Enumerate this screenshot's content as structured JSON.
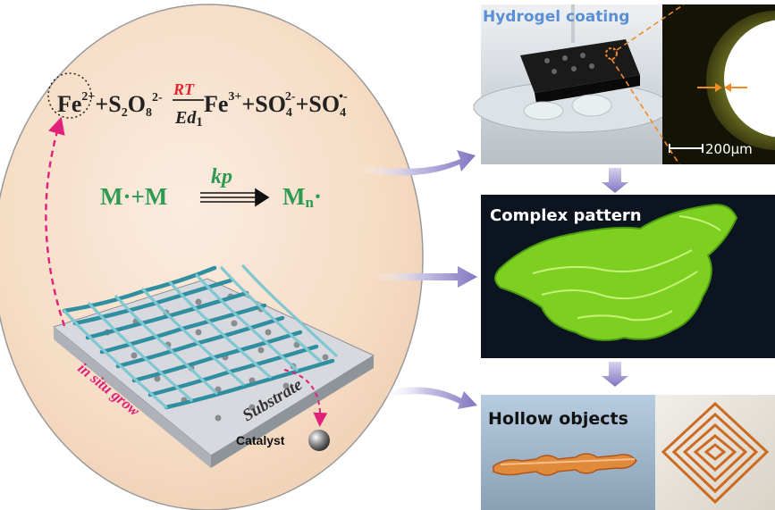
{
  "reaction1": {
    "fe": "Fe",
    "fe_charge": "2+",
    "plus1": "+",
    "s": "S",
    "s_sub": "2",
    "o": "O",
    "o_sub": "8",
    "persulfate_charge": "2-",
    "arrow_top": "RT",
    "arrow_bottom_main": "Ed",
    "arrow_bottom_sub": "1",
    "fe3": "Fe",
    "fe3_charge": "3+",
    "plus2": "+",
    "so4_a": "SO",
    "so4_a_sub": "4",
    "so4_a_charge": "2-",
    "plus3": "+",
    "so4_b": "SO",
    "so4_b_sub": "4",
    "so4_b_charge": "•-"
  },
  "reaction2": {
    "left": "M·+M",
    "arrow_top": "kp",
    "right_main": "M",
    "right_sub": "n",
    "right_dot": "·"
  },
  "labels": {
    "in_situ": "in situ grow",
    "substrate": "Substrate",
    "catalyst": "Catalyst"
  },
  "panels": {
    "hydrogel_title": "Hydrogel coating",
    "scale": "200μm",
    "complex_title": "Complex pattern",
    "hollow_title": "Hollow objects"
  },
  "colors": {
    "egg": "#f8e3cf",
    "magenta": "#e0207a",
    "green_text": "#2e9a52",
    "red_text": "#e3262e",
    "blue_title": "#5b8fd4",
    "mesh": "#2f8fa0",
    "arrow": "#8f86c9",
    "orange": "#f08a24"
  }
}
